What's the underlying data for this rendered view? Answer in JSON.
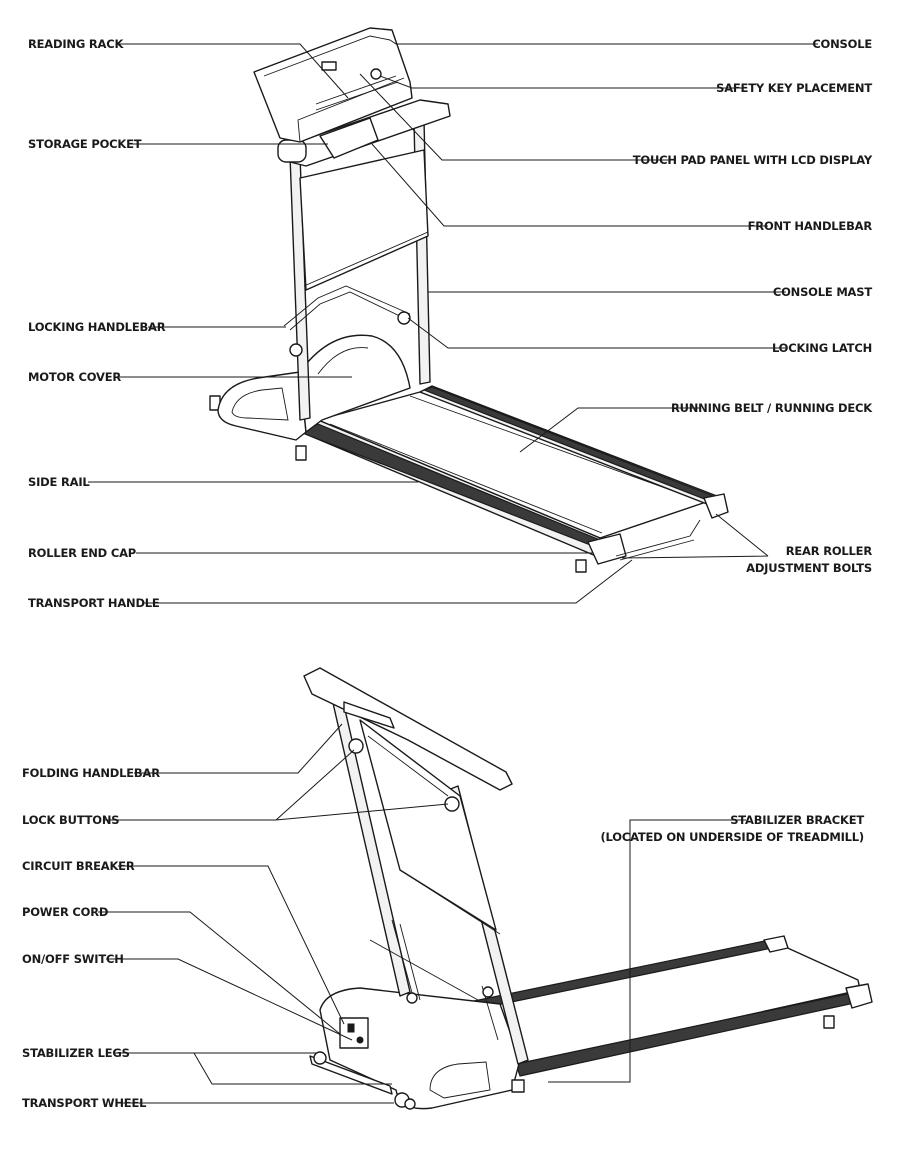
{
  "top_view": {
    "labels": {
      "reading_rack": "READING RACK",
      "console": "CONSOLE",
      "safety_key_placement": "SAFETY KEY PLACEMENT",
      "storage_pocket": "STORAGE POCKET",
      "touch_pad_panel": "TOUCH PAD PANEL WITH LCD DISPLAY",
      "front_handlebar": "FRONT HANDLEBAR",
      "console_mast": "CONSOLE MAST",
      "locking_handlebar": "LOCKING HANDLEBAR",
      "locking_latch": "LOCKING LATCH",
      "motor_cover": "MOTOR COVER",
      "running_belt": "RUNNING BELT / RUNNING DECK",
      "side_rail": "SIDE RAIL",
      "roller_end_cap": "ROLLER END CAP",
      "rear_roller_line1": "REAR ROLLER",
      "rear_roller_line2": "ADJUSTMENT BOLTS",
      "transport_handle": "TRANSPORT HANDLE"
    }
  },
  "bottom_view": {
    "labels": {
      "folding_handlebar": "FOLDING HANDLEBAR",
      "lock_buttons": "LOCK BUTTONS",
      "stabilizer_bracket_line1": "STABILIZER BRACKET",
      "stabilizer_bracket_line2": "(LOCATED ON UNDERSIDE OF TREADMILL)",
      "circuit_breaker": "CIRCUIT BREAKER",
      "power_cord": "POWER CORD",
      "on_off_switch": "ON/OFF SWITCH",
      "stabilizer_legs": "STABILIZER LEGS",
      "transport_wheel": "TRANSPORT WHEEL"
    }
  }
}
